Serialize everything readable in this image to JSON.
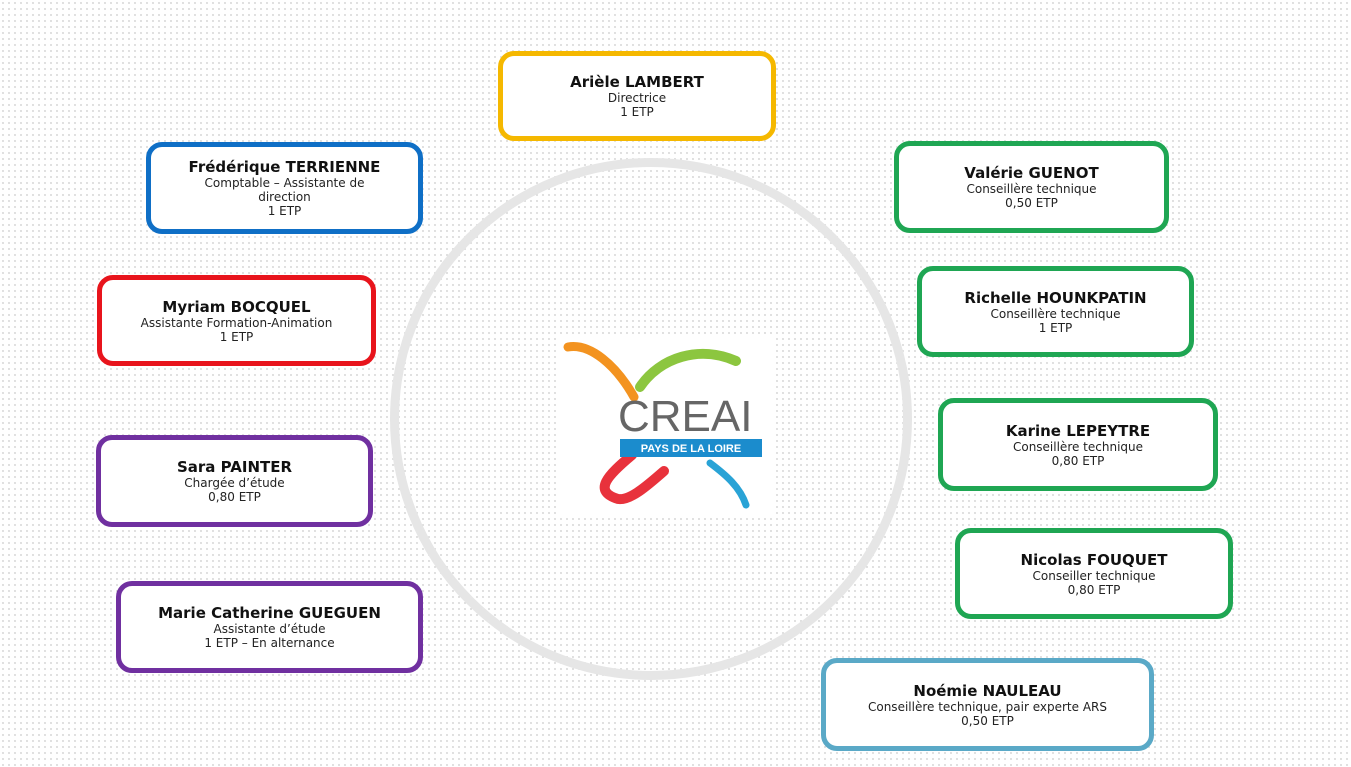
{
  "colors": {
    "yellow": "#f5b800",
    "blue": "#0f6fc6",
    "red": "#e8141c",
    "purple": "#7030a0",
    "green": "#1fa653",
    "teal": "#5aa9c7",
    "logo_orange": "#f39320",
    "logo_green": "#8cc63f",
    "logo_red": "#e8323c",
    "logo_blue": "#29a3d6",
    "logo_text": "#666666",
    "logo_band": "#1b8ccd"
  },
  "logo": {
    "wordmark": "CREAI",
    "subtitle": "PAYS DE LA LOIRE"
  },
  "staff": [
    {
      "name": "Arièle LAMBERT",
      "role": "Directrice",
      "etp": "1 ETP",
      "color": "yellow"
    },
    {
      "name": "Frédérique TERRIENNE",
      "role": "Comptable – Assistante de direction",
      "etp": "1 ETP",
      "color": "blue"
    },
    {
      "name": "Myriam BOCQUEL",
      "role": "Assistante Formation-Animation",
      "etp": "1 ETP",
      "color": "red"
    },
    {
      "name": "Sara PAINTER",
      "role": "Chargée d’étude",
      "etp": "0,80 ETP",
      "color": "purple"
    },
    {
      "name": "Marie Catherine GUEGUEN",
      "role": "Assistante d’étude",
      "etp": "1 ETP – En alternance",
      "color": "purple"
    },
    {
      "name": "Valérie GUENOT",
      "role": "Conseillère technique",
      "etp": "0,50 ETP",
      "color": "green"
    },
    {
      "name": "Richelle HOUNKPATIN",
      "role": "Conseillère technique",
      "etp": "1 ETP",
      "color": "green"
    },
    {
      "name": "Karine LEPEYTRE",
      "role": "Conseillère technique",
      "etp": "0,80 ETP",
      "color": "green"
    },
    {
      "name": "Nicolas FOUQUET",
      "role": "Conseiller technique",
      "etp": "0,80 ETP",
      "color": "green"
    },
    {
      "name": "Noémie NAULEAU",
      "role": "Conseillère technique, pair experte ARS",
      "etp": "0,50 ETP",
      "color": "teal"
    }
  ]
}
